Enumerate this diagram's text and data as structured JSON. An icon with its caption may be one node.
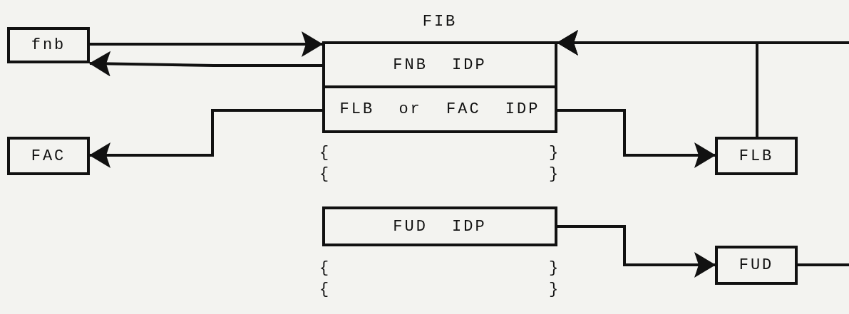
{
  "diagram": {
    "nodes": [
      {
        "text": [
          "fnb"
        ]
      },
      {
        "text": [
          "FIB"
        ]
      },
      {
        "text": [
          "FNB IDP"
        ],
        "in": 1
      },
      {
        "text": [
          "FLB or FAC IDP"
        ],
        "in": 1
      },
      {
        "text": [
          "FAC"
        ]
      },
      {
        "text": [
          "FLB"
        ]
      },
      {
        "text": [
          "FUD IDP"
        ]
      },
      {
        "text": [
          "FUD"
        ]
      }
    ],
    "edges": [
      {
        "from": 0,
        "to": 2,
        "arrow": "to"
      },
      {
        "from": 2,
        "to": 0,
        "arrow": "to"
      },
      {
        "from": 3,
        "to": 4,
        "arrow": "to"
      },
      {
        "from": 3,
        "to": 5,
        "arrow": "to"
      },
      {
        "from": 5,
        "to": 2,
        "arrow": "to"
      },
      {
        "from": null,
        "to": 2,
        "arrow": "to"
      },
      {
        "from": 6,
        "to": 7,
        "arrow": "to"
      },
      {
        "from": 7,
        "to": null,
        "arrow": "none"
      }
    ],
    "labels": [
      "{",
      "}",
      "{",
      "}",
      "{",
      "}",
      "{",
      "}"
    ]
  }
}
